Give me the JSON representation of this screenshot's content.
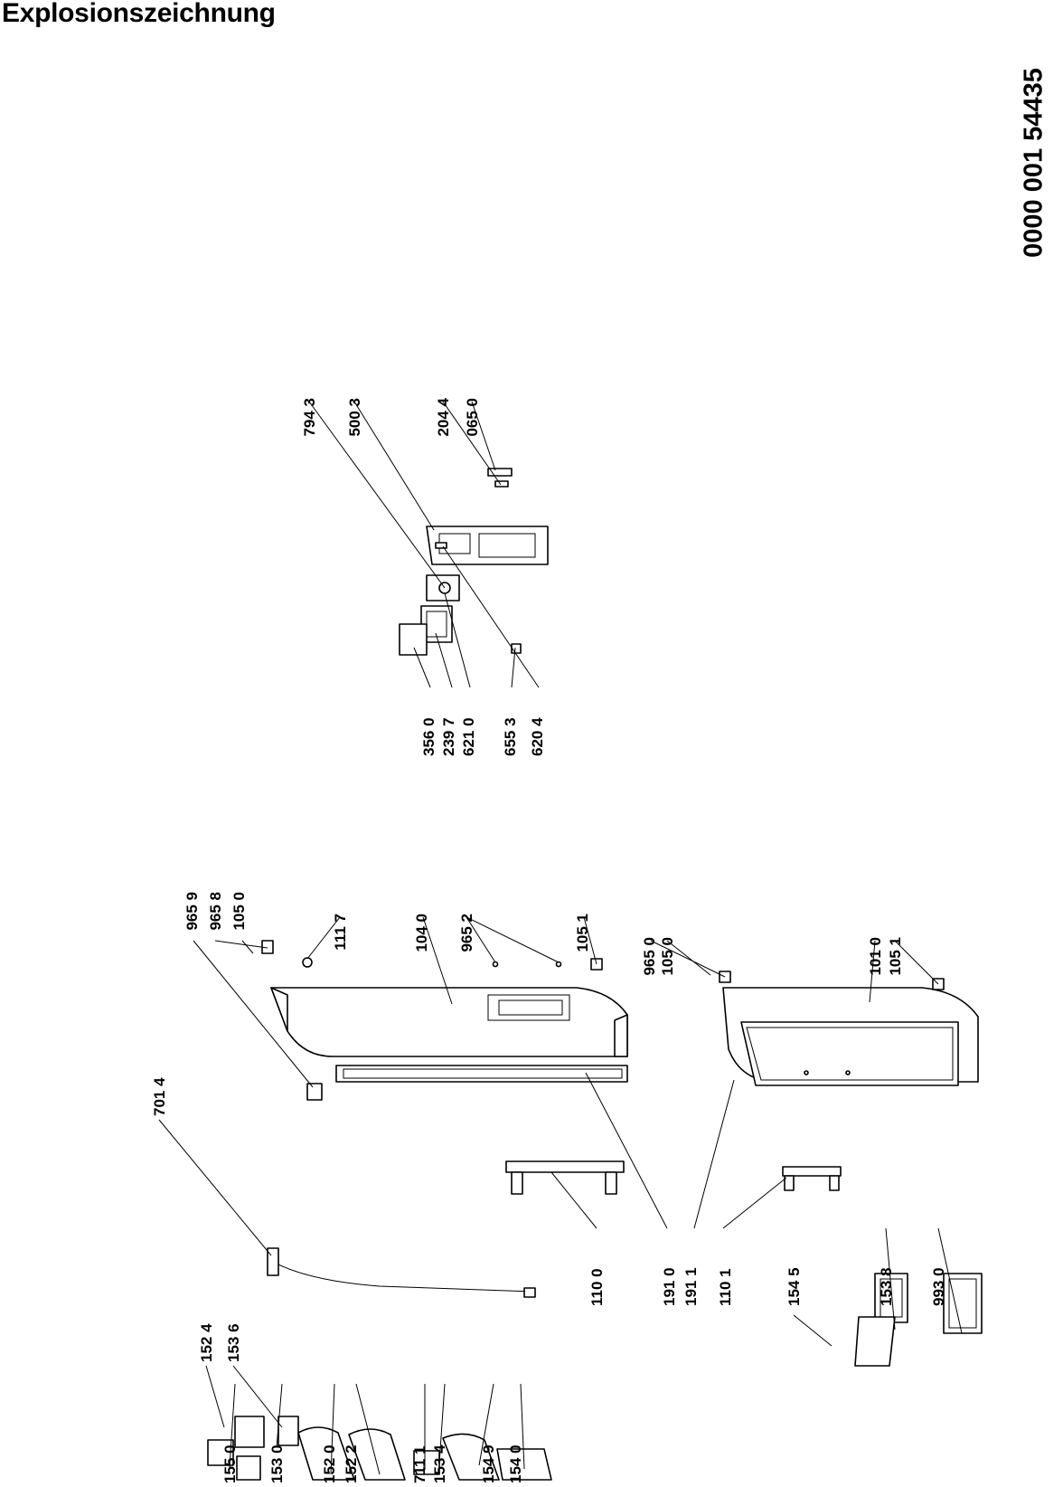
{
  "title": "Explosionszeichnung",
  "document_id": "0000 001 54435",
  "part_labels": [
    "155 0",
    "153 0",
    "152 0",
    "152 2",
    "711 1",
    "153 4",
    "154 9",
    "154 0",
    "152 4",
    "153 6",
    "701 4",
    "110 0",
    "191 0",
    "191 1",
    "110 1",
    "154 5",
    "153 8",
    "993 0",
    "965 9",
    "965 8",
    "105 0",
    "111 7",
    "104 0",
    "965 2",
    "105 1",
    "965 0",
    "105 0",
    "101 0",
    "105 1",
    "794 3",
    "500 3",
    "204 4",
    "065 0",
    "356 0",
    "239 7",
    "621 0",
    "655 3",
    "620 4"
  ]
}
